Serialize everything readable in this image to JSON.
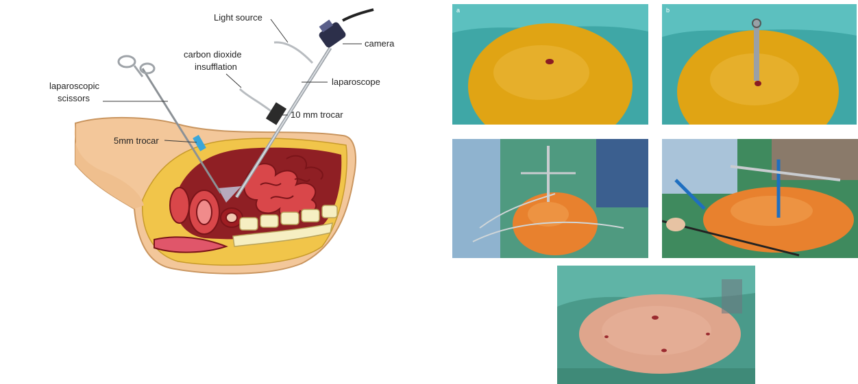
{
  "diagram": {
    "labels": {
      "light_source": "Light source",
      "camera": "camera",
      "co2_line1": "carbon dioxide",
      "co2_line2": "insufflation",
      "laparoscope": "laparoscope",
      "scissors_line1": "laparoscopic",
      "scissors_line2": "scissors",
      "trocar_10mm": "10 mm trocar",
      "trocar_5mm": "5mm trocar"
    }
  },
  "photos": {
    "panel_a": {
      "letter": "a"
    },
    "panel_b": {
      "letter": "b"
    }
  },
  "colors": {
    "drape": "#3fa7a6",
    "drape_green": "#4f9a80",
    "iodine_skin": "#e0a414",
    "orange_skin": "#e8812e",
    "bare_skin": "#dfa58c",
    "tissue_red": "#a5282a",
    "fat_yellow": "#f1c54a",
    "body_skin": "#f3c79a"
  }
}
